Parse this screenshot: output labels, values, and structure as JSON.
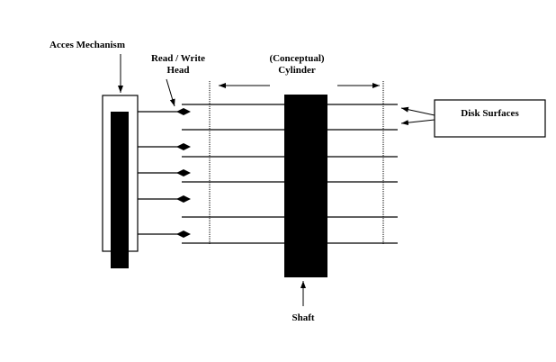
{
  "labels": {
    "access_mechanism": "Acces Mechanism",
    "read_write_head": "Read / Write",
    "read_write_head_2": "Head",
    "cylinder": "(Conceptual)",
    "cylinder_2": "Cylinder",
    "disk_surfaces": "Disk Surfaces",
    "shaft": "Shaft"
  }
}
